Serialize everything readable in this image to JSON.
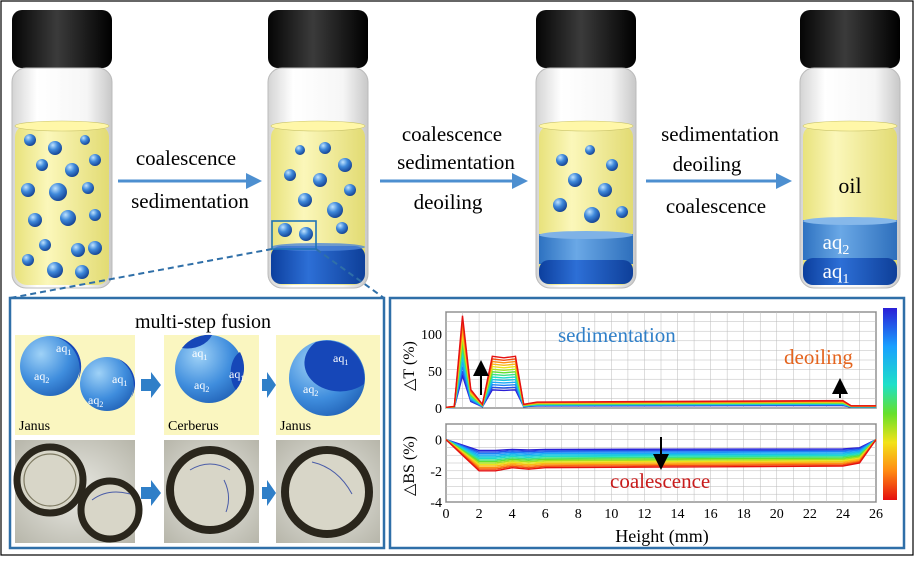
{
  "top_steps": [
    {
      "line1": "coalescence",
      "line2": "sedimentation",
      "line3": ""
    },
    {
      "line1": "coalescence",
      "line2": "sedimentation",
      "line3": "deoiling"
    },
    {
      "line1": "sedimentation",
      "line2": "deoiling",
      "line3": "coalescence"
    }
  ],
  "vial_labels": {
    "oil": "oil",
    "aq2_base": "aq",
    "aq2_sub": "2",
    "aq1_base": "aq",
    "aq1_sub": "1"
  },
  "fusion": {
    "title": "multi-step fusion",
    "drop_aq1": "aq",
    "drop_aq1_sub": "1",
    "drop_aq2": "aq",
    "drop_aq2_sub": "2",
    "panel_labels": [
      "Janus",
      "Cerberus",
      "Janus"
    ]
  },
  "chart_data": [
    {
      "type": "line",
      "ylabel": "△T (%)",
      "ylim": [
        0,
        130
      ],
      "yticks": [
        "0",
        "50",
        "100"
      ],
      "annotations": [
        "sedimentation",
        "deoiling"
      ],
      "series_shape": [
        [
          0,
          1
        ],
        [
          0.5,
          2
        ],
        [
          1.0,
          125
        ],
        [
          1.5,
          25
        ],
        [
          2.2,
          5
        ],
        [
          2.8,
          70
        ],
        [
          3.5,
          68
        ],
        [
          4.2,
          70
        ],
        [
          4.7,
          5
        ],
        [
          5.5,
          8
        ],
        [
          24,
          10
        ],
        [
          24.5,
          3
        ],
        [
          26,
          3
        ]
      ]
    },
    {
      "type": "line",
      "ylabel": "△BS (%)",
      "xlabel": "Height (mm)",
      "ylim": [
        -4,
        1
      ],
      "xlim": [
        0,
        26
      ],
      "yticks": [
        "0",
        "-2",
        "-4"
      ],
      "xticks": [
        "0",
        "2",
        "4",
        "6",
        "8",
        "10",
        "12",
        "14",
        "16",
        "18",
        "20",
        "22",
        "24",
        "26"
      ],
      "annotations": [
        "coalescence"
      ],
      "series_shape": [
        [
          0,
          0
        ],
        [
          1,
          -1
        ],
        [
          2,
          -2
        ],
        [
          3,
          -2
        ],
        [
          4,
          -1.8
        ],
        [
          5,
          -1.9
        ],
        [
          6,
          -1.8
        ],
        [
          24,
          -1.7
        ],
        [
          25,
          -1.5
        ],
        [
          26,
          0
        ]
      ]
    }
  ],
  "colors": {
    "oil": "#f4f0a0",
    "aq2": "#3f8fd6",
    "aq1": "#1b57c2",
    "arrow": "#4d8fd0",
    "frame": "#2f6fa8",
    "annot_blue": "#2f7fc8",
    "annot_orange": "#e4641e",
    "annot_red": "#c81c1c"
  }
}
